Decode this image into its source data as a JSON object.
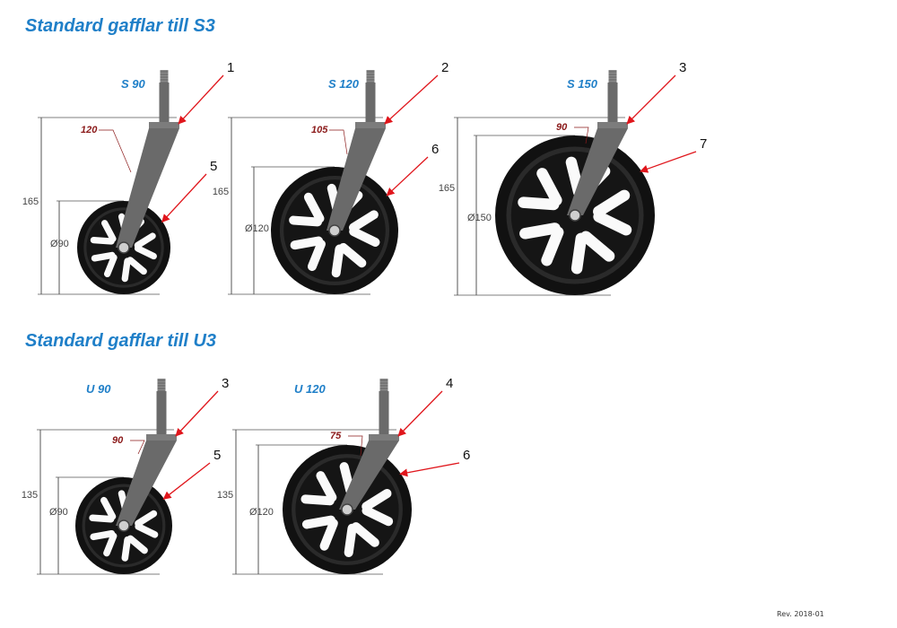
{
  "colors": {
    "title": "#1f7fc8",
    "model_label": "#1f7fc8",
    "offset_label": "#8b1a1a",
    "arrow": "#e0161c",
    "dimension": "#555555",
    "tire": "#111111",
    "fork": "#6a6a6a"
  },
  "sections": [
    {
      "title": "Standard gafflar till S3",
      "forks": [
        {
          "model": "S 90",
          "fork_callout": "1",
          "wheel_callout": "5",
          "offset": "120",
          "height": "165",
          "diameter": "Ø90"
        },
        {
          "model": "S 120",
          "fork_callout": "2",
          "wheel_callout": "6",
          "offset": "105",
          "height": "165",
          "diameter": "Ø120"
        },
        {
          "model": "S 150",
          "fork_callout": "3",
          "wheel_callout": "7",
          "offset": "90",
          "height": "165",
          "diameter": "Ø150"
        }
      ]
    },
    {
      "title": "Standard gafflar till U3",
      "forks": [
        {
          "model": "U 90",
          "fork_callout": "3",
          "wheel_callout": "5",
          "offset": "90",
          "height": "135",
          "diameter": "Ø90"
        },
        {
          "model": "U 120",
          "fork_callout": "4",
          "wheel_callout": "6",
          "offset": "75",
          "height": "135",
          "diameter": "Ø120"
        }
      ]
    }
  ],
  "footer": {
    "revision": "Rev. 2018-01"
  }
}
